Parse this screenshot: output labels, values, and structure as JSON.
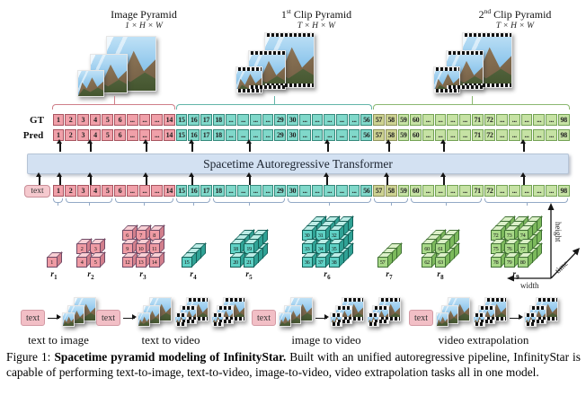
{
  "pyramids": [
    {
      "num": "",
      "sup": "",
      "name": "Image Pyramid",
      "dims": "1 × H × W",
      "kind": "image"
    },
    {
      "num": "1",
      "sup": "st",
      "name": " Clip Pyramid",
      "dims": "T × H × W",
      "kind": "clip"
    },
    {
      "num": "2",
      "sup": "nd",
      "name": " Clip Pyramid",
      "dims": "T × H × W",
      "kind": "clip"
    }
  ],
  "sequence": {
    "gt_label": "GT",
    "pred_label": "Pred",
    "text_token": "text",
    "groups": [
      {
        "color": "pink",
        "tokens": [
          "1",
          "2",
          "3",
          "4",
          "5",
          "6",
          "...",
          "...",
          "...",
          "14"
        ]
      },
      {
        "color": "teal",
        "tokens": [
          "15",
          "16",
          "17",
          "18",
          "...",
          "...",
          "...",
          "...",
          "29",
          "30",
          "...",
          "...",
          "...",
          "...",
          "...",
          "56"
        ]
      },
      {
        "color": "green",
        "tokens": [
          "57",
          "58",
          "59",
          "60",
          "...",
          "...",
          "...",
          "...",
          "71",
          "72",
          "...",
          "...",
          "...",
          "...",
          "...",
          "98"
        ]
      }
    ]
  },
  "transformer": {
    "label": "Spacetime Autoregressive Transformer"
  },
  "scales": [
    {
      "name": "r",
      "index": "1",
      "color": "pink",
      "rows": 1,
      "cols": 1,
      "depth": 1,
      "start": 1
    },
    {
      "name": "r",
      "index": "2",
      "color": "pink",
      "rows": 2,
      "cols": 2,
      "depth": 1,
      "start": 2
    },
    {
      "name": "r",
      "index": "3",
      "color": "pink",
      "rows": 3,
      "cols": 3,
      "depth": 1,
      "start": 6
    },
    {
      "name": "r",
      "index": "4",
      "color": "teal",
      "rows": 1,
      "cols": 1,
      "depth": 3,
      "start": 15
    },
    {
      "name": "r",
      "index": "5",
      "color": "teal",
      "rows": 2,
      "cols": 2,
      "depth": 3,
      "start": 18
    },
    {
      "name": "r",
      "index": "6",
      "color": "teal",
      "rows": 3,
      "cols": 3,
      "depth": 3,
      "start": 30
    },
    {
      "name": "r",
      "index": "7",
      "color": "green",
      "rows": 1,
      "cols": 1,
      "depth": 3,
      "start": 57
    },
    {
      "name": "r",
      "index": "8",
      "color": "green",
      "rows": 2,
      "cols": 2,
      "depth": 3,
      "start": 60
    },
    {
      "name": "r",
      "index": "9",
      "color": "green",
      "rows": 3,
      "cols": 3,
      "depth": 3,
      "start": 72
    }
  ],
  "axes": {
    "height": "height",
    "time": "time",
    "width": "width"
  },
  "tasks": [
    {
      "label": "text to image",
      "token": "text",
      "items": [
        "token",
        "arrow",
        "image"
      ]
    },
    {
      "label": "text to video",
      "token": "text",
      "items": [
        "token",
        "arrow",
        "image",
        "clip",
        "clip"
      ]
    },
    {
      "label": "image to video",
      "token": "text",
      "items": [
        "token",
        "image",
        "arrow",
        "clip",
        "clip"
      ]
    },
    {
      "label": "video extrapolation",
      "token": "text",
      "items": [
        "token",
        "image",
        "clip",
        "arrow",
        "clip"
      ]
    }
  ],
  "caption": {
    "figure": "Figure 1:",
    "bold": "Spacetime pyramid modeling of InfinityStar.",
    "text": "Built with an unified autoregressive pipeline, InfinityStar is capable of performing text-to-image, text-to-video, image-to-video, video extrapolation tasks all in one model."
  },
  "colors": {
    "pink": "#f0a0a9",
    "pink_border": "#a85560",
    "teal": "#80d8ca",
    "teal_border": "#35897c",
    "green": "#c6e2a4",
    "green_border": "#74a355",
    "olive": "#cdd292",
    "transformer_bg": "#d3e1f2",
    "text_token_bg": "#f5c9ce"
  }
}
